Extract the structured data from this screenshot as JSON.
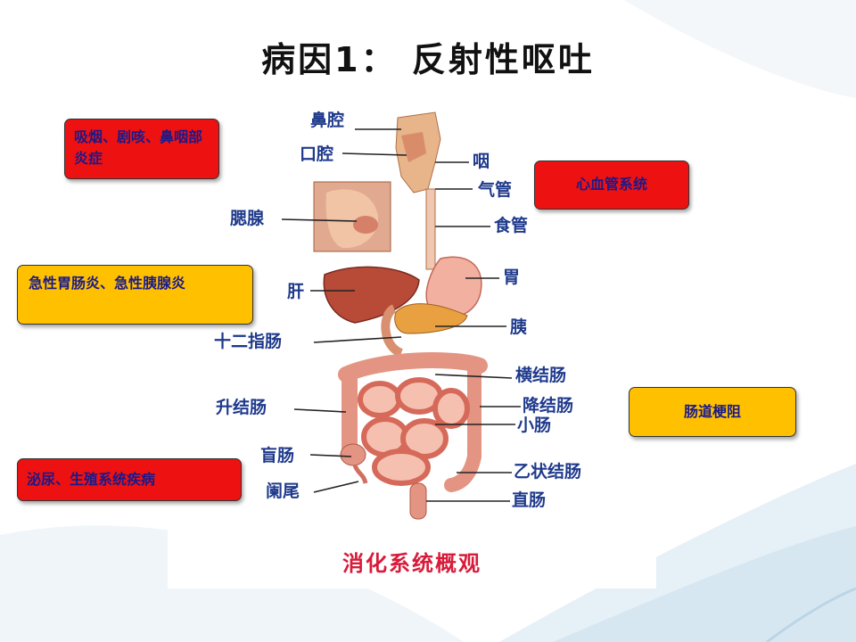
{
  "title": "病因1：  反射性呕吐",
  "diagram": {
    "caption": "消化系统概观",
    "labels": {
      "nasal_cavity": "鼻腔",
      "oral_cavity": "口腔",
      "pharynx": "咽",
      "trachea": "气管",
      "salivary_gland": "腮腺",
      "esophagus": "食管",
      "stomach": "胃",
      "liver": "肝",
      "pancreas": "胰",
      "duodenum": "十二指肠",
      "transverse_colon": "横结肠",
      "ascending_colon": "升结肠",
      "descending_colon": "降结肠",
      "small_intestine": "小肠",
      "cecum": "盲肠",
      "sigmoid_colon": "乙状结肠",
      "appendix": "阑尾",
      "rectum": "直肠"
    }
  },
  "callouts": {
    "smoking": "吸烟、剧咳、鼻咽部炎症",
    "cardio": "心血管系统",
    "gastro": "急性胃肠炎、急性胰腺炎",
    "intestinal": "肠道梗阻",
    "urinary": "泌尿、生殖系统疾病"
  },
  "colors": {
    "callout_red": "#ee1111",
    "callout_gold": "#ffc000",
    "label_blue": "#1f3a8c",
    "caption_red": "#d81b3a"
  }
}
